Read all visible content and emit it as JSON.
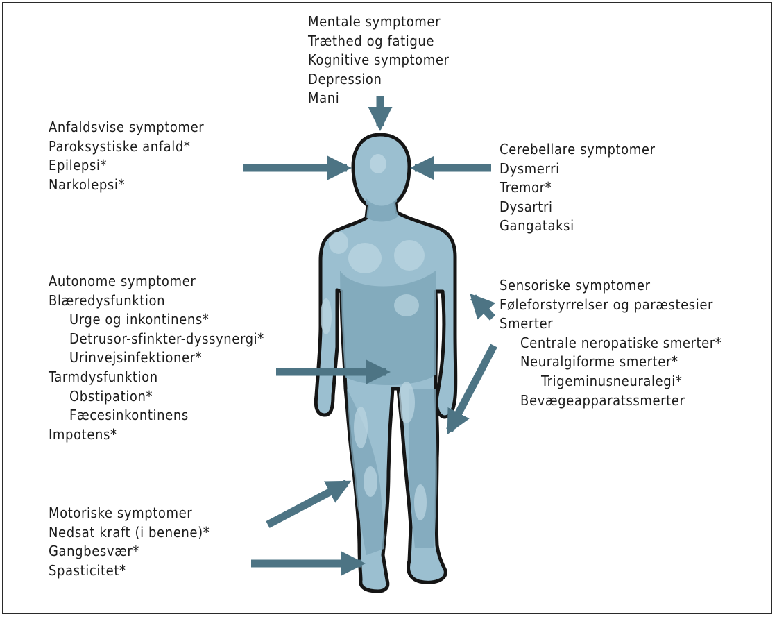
{
  "colors": {
    "body_fill": "#9bbfd0",
    "body_shade": "#7fa7ba",
    "body_highlight": "#b9d4e0",
    "outline": "#151515",
    "arrow": "#4d7484",
    "frame": "#2a2a2a"
  },
  "groups": {
    "mental": {
      "title": "Mentale symptomer",
      "items": [
        "Træthed og fatigue",
        "Kognitive symptomer",
        "Depression",
        "Mani"
      ]
    },
    "paroxysmal": {
      "title": "Anfaldsvise symptomer",
      "items": [
        "Paroksystiske anfald*",
        "Epilepsi*",
        "Narkolepsi*"
      ]
    },
    "cerebellar": {
      "title": "Cerebellare symptomer",
      "items": [
        "Dysmerri",
        "Tremor*",
        "Dysartri",
        "Gangataksi"
      ]
    },
    "autonomic": {
      "title": "Autonome symptomer",
      "bladder": "Blæredysfunktion",
      "bladder_items": [
        "Urge og inkontinens*",
        "Detrusor-sfinkter-dyssynergi*",
        "Urinvejsinfektioner*"
      ],
      "bowel": "Tarmdysfunktion",
      "bowel_items": [
        "Obstipation*",
        "Fæcesinkontinens"
      ],
      "impotence": "Impotens*"
    },
    "sensory": {
      "title": "Sensoriske symptomer",
      "paresthesia": "Føleforstyrrelser og paræstesier",
      "pain": "Smerter",
      "central_pain": "Centrale neropatiske smerter*",
      "neuralgic_pain": "Neuralgiforme smerter*",
      "trigeminal": "Trigeminusneuralegi*",
      "musculoskeletal": "Bevægeapparatssmerter"
    },
    "motor": {
      "title": "Motoriske symptomer",
      "items": [
        "Nedsat kraft (i benene)*",
        "Gangbesvær*",
        "Spasticitet*"
      ]
    }
  }
}
